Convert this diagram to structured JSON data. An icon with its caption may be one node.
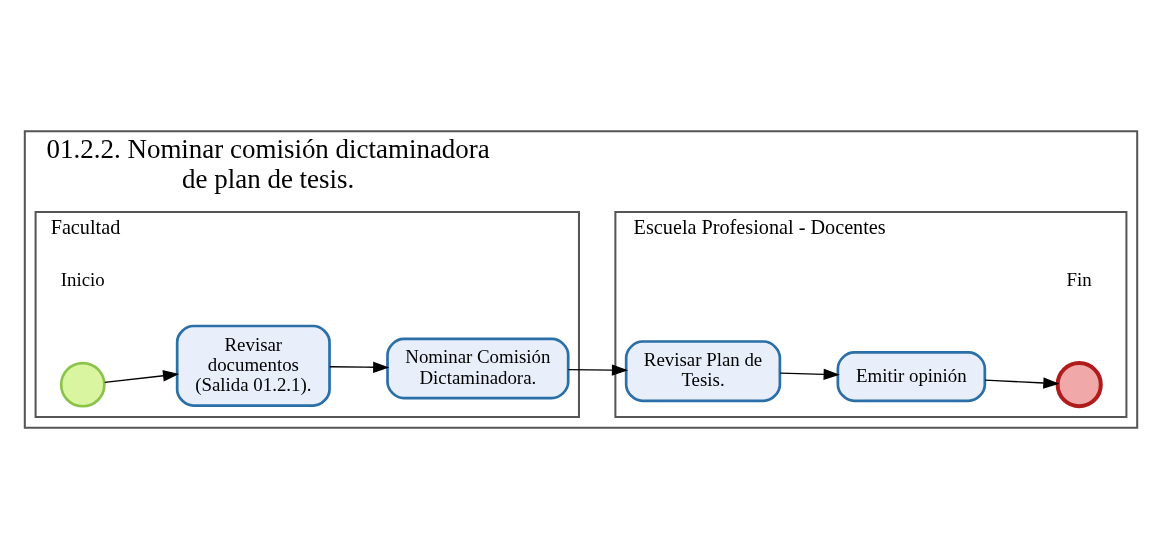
{
  "diagram": {
    "nodes": [
      {
        "text": [
          "01.2.2. Nominar comisión dictaminadora de plan de tesis."
        ]
      },
      {
        "text": [
          "Facultad"
        ],
        "in": 0
      },
      {
        "text": [],
        "shape": "circle",
        "beside": [
          "Inicio"
        ],
        "in": 1
      },
      {
        "text": [
          "Revisar documentos (Salida 01.2.1)."
        ],
        "in": 1
      },
      {
        "text": [
          "Nominar Comisión Dictaminadora."
        ],
        "in": 1
      },
      {
        "text": [
          "Escuela Profesional - Docentes"
        ],
        "in": 0
      },
      {
        "text": [
          "Revisar Plan de Tesis."
        ],
        "in": 5
      },
      {
        "text": [
          "Emitir opinión"
        ],
        "in": 5
      },
      {
        "text": [],
        "shape": "circle",
        "beside": [
          "Fin"
        ],
        "in": 5
      }
    ],
    "edges": [
      {
        "from": 2,
        "to": 3,
        "arrow": "to"
      },
      {
        "from": 3,
        "to": 4,
        "arrow": "to"
      },
      {
        "from": 4,
        "to": 6,
        "arrow": "to"
      },
      {
        "from": 6,
        "to": 7,
        "arrow": "to"
      },
      {
        "from": 7,
        "to": 8,
        "arrow": "to"
      }
    ]
  }
}
